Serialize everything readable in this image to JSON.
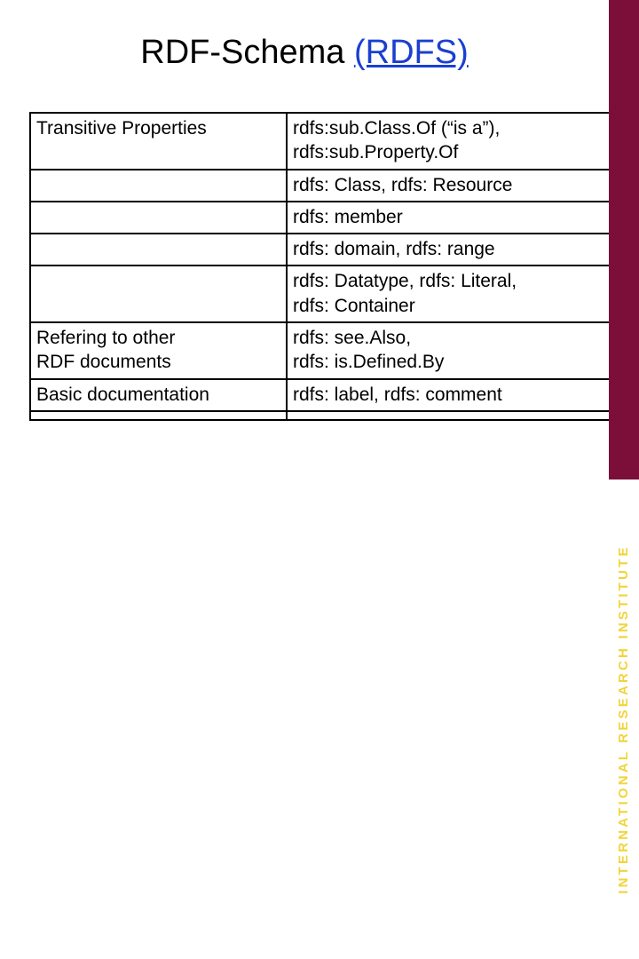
{
  "slide": {
    "title_plain": "RDF-Schema ",
    "title_link": "(RDFS)"
  },
  "side_banner": {
    "text": "INTERNATIONAL RESEARCH INSTITUTE",
    "background_color": "#7b0f3a",
    "text_color": "#f2d43a"
  },
  "table": {
    "rows": [
      {
        "label": "Transitive Properties",
        "values": [
          "rdfs:sub.Class.Of (“is a”),",
          "rdfs:sub.Property.Of"
        ]
      },
      {
        "label": "",
        "values": [
          "rdfs: Class, rdfs: Resource"
        ]
      },
      {
        "label": "",
        "values": [
          "rdfs: member"
        ]
      },
      {
        "label": "",
        "values": [
          "rdfs: domain, rdfs: range"
        ]
      },
      {
        "label": "",
        "values": [
          "rdfs: Datatype, rdfs: Literal,",
          "rdfs: Container"
        ]
      },
      {
        "label": "Refering to other\nRDF documents",
        "label_lines": [
          "Refering to other",
          "RDF documents"
        ],
        "values": [
          "rdfs: see.Also,",
          "rdfs: is.Defined.By"
        ]
      },
      {
        "label": "Basic documentation",
        "values": [
          "rdfs: label, rdfs: comment"
        ]
      },
      {
        "label": "",
        "values": [
          ""
        ]
      }
    ]
  }
}
